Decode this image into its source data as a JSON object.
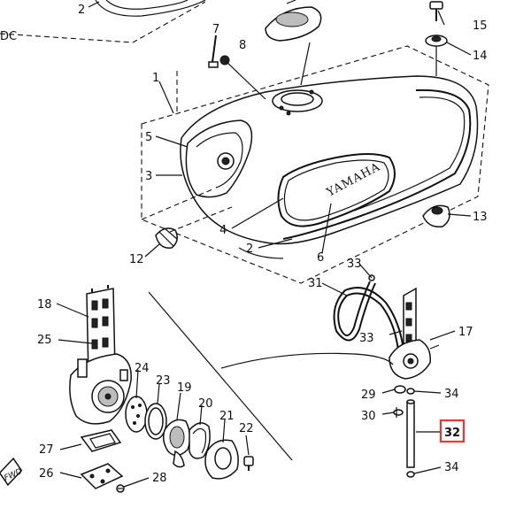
{
  "diagram": {
    "brand_text": "YAMAHA",
    "corner_text": "DC",
    "fwd_text": "FWD",
    "highlight_color": "#e53935",
    "highlighted_part": "32",
    "callouts": [
      "1",
      "2",
      "2",
      "3",
      "4",
      "5",
      "6",
      "7",
      "8",
      "12",
      "13",
      "14",
      "15",
      "17",
      "18",
      "19",
      "20",
      "21",
      "22",
      "23",
      "24",
      "25",
      "26",
      "27",
      "28",
      "29",
      "30",
      "31",
      "32",
      "33",
      "33",
      "34",
      "34"
    ]
  }
}
